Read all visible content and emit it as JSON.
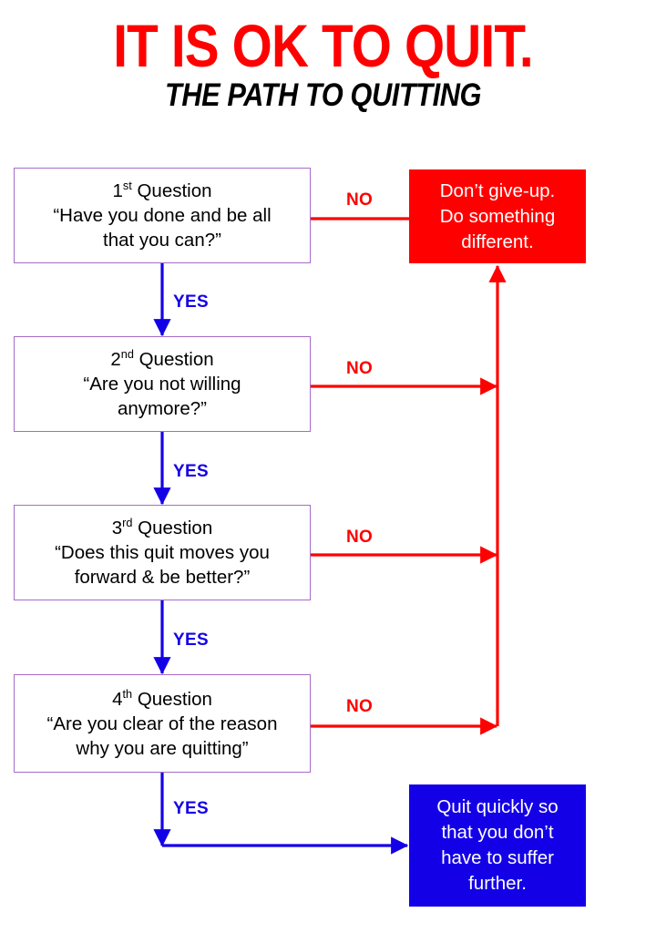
{
  "poster": {
    "title": "IT IS OK TO QUIT.",
    "subtitle": "THE PATH TO QUITTING"
  },
  "colors": {
    "title_red": "#FF0000",
    "subtitle_black": "#000000",
    "box_border_purple": "#A66BC8",
    "no_arrow_red": "#FF0000",
    "yes_arrow_blue": "#1400E6",
    "result_negative_bg": "#FF0000",
    "result_positive_bg": "#1400E6",
    "result_text": "#FFFFFF",
    "page_bg": "#FFFFFF"
  },
  "questions": [
    {
      "id": "question-1",
      "heading_number": "1",
      "heading_suffix": "st",
      "heading_word": "Question",
      "lines": [
        "“Have you done and be all",
        "that you can?”"
      ],
      "no_label": "NO",
      "yes_label": "YES"
    },
    {
      "id": "question-2",
      "heading_number": "2",
      "heading_suffix": "nd",
      "heading_word": "Question",
      "lines": [
        "“Are you not willing",
        "anymore?”"
      ],
      "no_label": "NO",
      "yes_label": "YES"
    },
    {
      "id": "question-3",
      "heading_number": "3",
      "heading_suffix": "rd",
      "heading_word": "Question",
      "lines": [
        "“Does this quit moves you",
        "forward & be better?”"
      ],
      "no_label": "NO",
      "yes_label": "YES"
    },
    {
      "id": "question-4",
      "heading_number": "4",
      "heading_suffix": "th",
      "heading_word": "Question",
      "lines": [
        "“Are you clear of the reason",
        "why you are quitting”"
      ],
      "no_label": "NO",
      "yes_label": "YES"
    }
  ],
  "outcomes": {
    "negative": {
      "id": "outcome-dont-give-up",
      "lines": [
        "Don’t give-up.",
        "Do something",
        "different."
      ]
    },
    "positive": {
      "id": "outcome-quit-quickly",
      "lines": [
        "Quit quickly so",
        "that you don’t",
        "have to suffer",
        "further."
      ]
    }
  }
}
